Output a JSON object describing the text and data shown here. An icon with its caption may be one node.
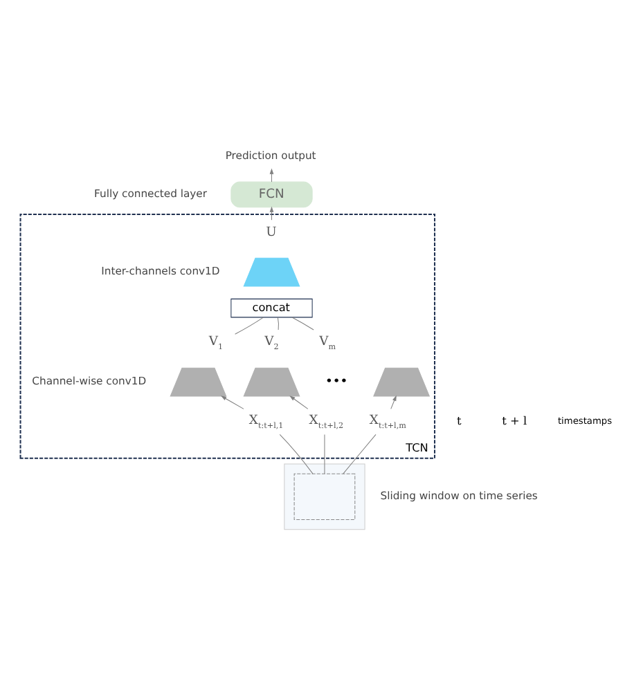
{
  "diagram": {
    "nodes": [
      {
        "text": [
          "Prediction output"
        ]
      },
      {
        "text": [
          "FCN"
        ]
      },
      {
        "text": [
          "TCN"
        ]
      },
      {
        "text": [
          "U"
        ],
        "in": 2
      },
      {
        "text": [],
        "shape": "trapezoid",
        "in": 2
      },
      {
        "text": [
          "concat"
        ],
        "in": 2
      },
      {
        "text": [
          "V$_{1}$"
        ],
        "in": 2
      },
      {
        "text": [
          "V$_{2}$"
        ],
        "in": 2
      },
      {
        "text": [
          "V$_{m}$"
        ],
        "in": 2
      },
      {
        "text": [],
        "shape": "trapezoid",
        "in": 2
      },
      {
        "text": [],
        "shape": "trapezoid",
        "in": 2
      },
      {
        "text": [],
        "shape": "trapezoid",
        "in": 2
      },
      {
        "text": [
          "X$_{t:t+l,1}$"
        ],
        "in": 2
      },
      {
        "text": [
          "X$_{t:t+l,2}$"
        ],
        "in": 2
      },
      {
        "text": [
          "X$_{t:t+l,m}$"
        ],
        "in": 2
      },
      {
        "text": [],
        "shape": "picture"
      },
      {
        "text": [],
        "shape": "box",
        "in": 15
      }
    ],
    "edges": [
      {
        "from": 1,
        "to": 0,
        "arrow": "to"
      },
      {
        "from": 3,
        "to": 1,
        "arrow": "to"
      },
      {
        "from": 5,
        "to": 6,
        "arrow": "none"
      },
      {
        "from": 5,
        "to": 7,
        "arrow": "none"
      },
      {
        "from": 5,
        "to": 8,
        "arrow": "none"
      },
      {
        "from": 12,
        "to": 9,
        "arrow": "to"
      },
      {
        "from": 13,
        "to": 10,
        "arrow": "to"
      },
      {
        "from": 14,
        "to": 11,
        "arrow": "to"
      },
      {
        "from": 16,
        "to": 12,
        "arrow": "none"
      },
      {
        "from": 16,
        "to": 13,
        "arrow": "none"
      },
      {
        "from": 16,
        "to": 14,
        "arrow": "none"
      }
    ],
    "labels": [
      "Fully connected layer",
      "Inter-channels conv1D",
      "Channel-wise conv1D",
      "•••",
      "Sliding window on time series",
      "t",
      "t + l",
      "timestamps"
    ]
  }
}
